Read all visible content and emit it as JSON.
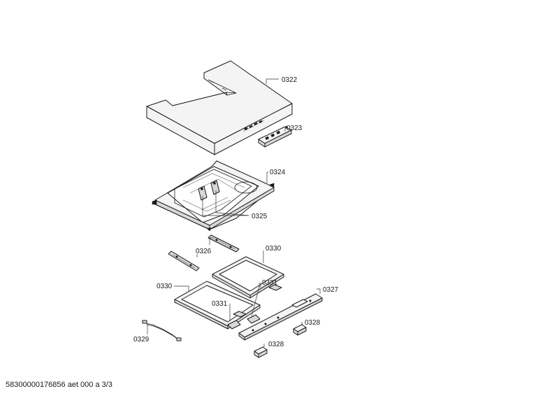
{
  "callouts": {
    "c0322": "0322",
    "c0323": "0323",
    "c0324": "0324",
    "c0325": "0325",
    "c0326": "0326",
    "c0330_right": "0330",
    "c0330_left": "0330",
    "c0331_right": "0331",
    "c0331_left": "0331",
    "c0327": "0327",
    "c0328_right": "0328",
    "c0328_left": "0328",
    "c0329": "0329"
  },
  "footer": {
    "document_id": "58300000176856 aet 000 a 3/3"
  }
}
